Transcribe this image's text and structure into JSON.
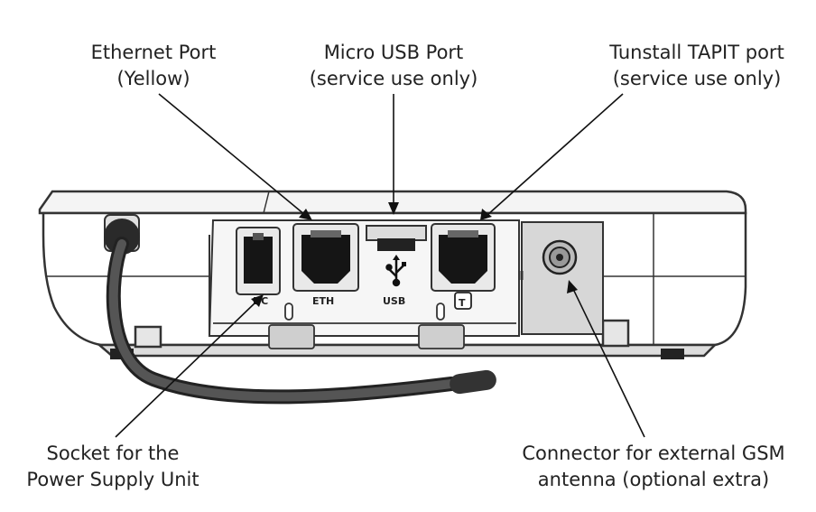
{
  "labels": {
    "ethernet": {
      "line1": "Ethernet Port",
      "line2": "(Yellow)"
    },
    "micro_usb": {
      "line1": "Micro USB Port",
      "line2": "(service use only)"
    },
    "tapit": {
      "line1": "Tunstall TAPIT port",
      "line2": "(service use only)"
    },
    "power": {
      "line1": "Socket for the",
      "line2": "Power Supply Unit"
    },
    "gsm": {
      "line1": "Connector for external GSM",
      "line2": "antenna (optional extra)"
    }
  },
  "ports": {
    "dc": "DC",
    "eth": "ETH",
    "usb": "USB",
    "tapit": "T"
  },
  "colors": {
    "body": "#ffffff",
    "outline": "#333333",
    "panel": "#f2f2f2",
    "dark": "#1a1a1a",
    "antenna_panel": "#d9d9d9"
  }
}
